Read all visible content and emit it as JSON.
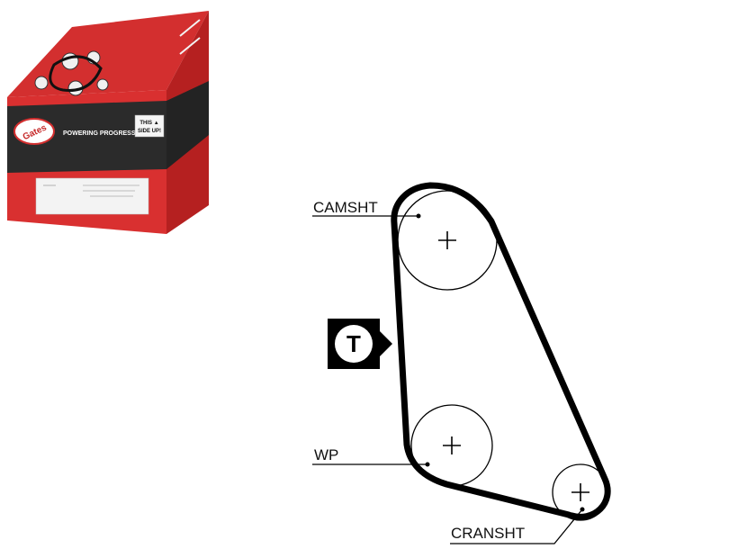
{
  "product_box": {
    "brand": "Gates",
    "slogan": "POWERING PROGRESS™",
    "orientation_line1": "THIS ▲",
    "orientation_line2": "SIDE UP!",
    "colors": {
      "box_red": "#d52b2b",
      "box_dark": "#b41e1e",
      "band": "#2a2a2a",
      "label": "#f2f2f2"
    }
  },
  "diagram": {
    "labels": {
      "camshaft": "CAMSHT",
      "water_pump": "WP",
      "crankshaft": "CRANSHT",
      "tensioner": "T"
    },
    "colors": {
      "belt": "#000000",
      "pulley": "#000000",
      "label_line": "#000000"
    }
  }
}
